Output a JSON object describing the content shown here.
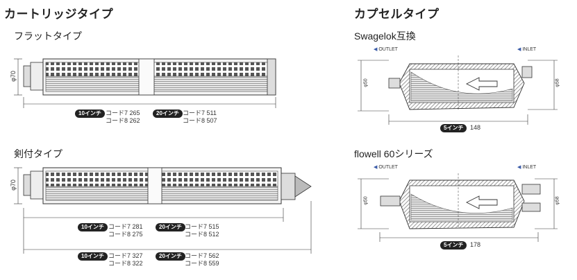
{
  "cartridge": {
    "title": "カートリッジタイプ",
    "flat": {
      "title": "フラットタイプ",
      "dim": "φ70",
      "specs": [
        {
          "badge": "10インチ",
          "lines": [
            "コード7 265",
            "コード8 262"
          ]
        },
        {
          "badge": "20インチ",
          "lines": [
            "コード7 511",
            "コード8 507"
          ]
        }
      ]
    },
    "sword": {
      "title": "剣付タイプ",
      "dim": "φ70",
      "specs_a": [
        {
          "badge": "10インチ",
          "lines": [
            "コード7 281",
            "コード8 275"
          ]
        },
        {
          "badge": "20インチ",
          "lines": [
            "コード7 515",
            "コード8 512"
          ]
        }
      ],
      "specs_b": [
        {
          "badge": "10インチ",
          "lines": [
            "コード7 327",
            "コード8 322"
          ]
        },
        {
          "badge": "20インチ",
          "lines": [
            "コード7 562",
            "コード8 559"
          ]
        }
      ]
    }
  },
  "capsule": {
    "title": "カプセルタイプ",
    "swagelok": {
      "title": "Swagelok互換",
      "outlet": "OUTLET",
      "inlet": "INLET",
      "dim_inner": "φ50",
      "dim_outer": "φ58",
      "badge": "5インチ",
      "length": "148"
    },
    "flowell": {
      "title": "flowell 60シリーズ",
      "outlet": "OUTLET",
      "inlet": "INLET",
      "dim_inner": "φ50",
      "dim_outer": "φ58",
      "badge": "5インチ",
      "length": "178"
    }
  }
}
